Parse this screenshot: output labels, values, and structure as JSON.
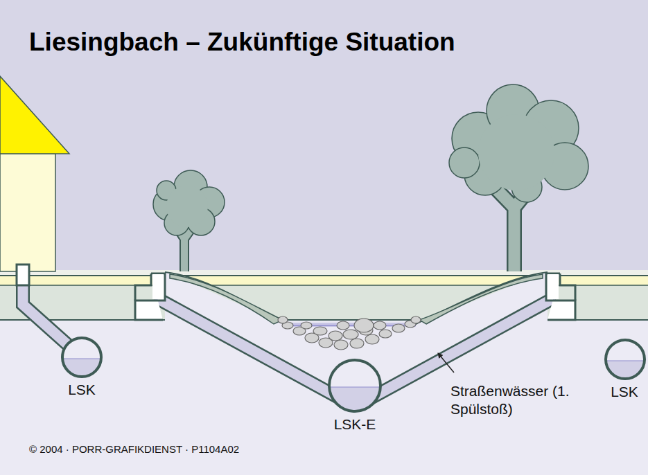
{
  "diagram": {
    "title": "Liesingbach – Zukünftige Situation",
    "nodes": [
      {
        "text": [
          "LSK"
        ]
      },
      {
        "text": [
          "LSK-E"
        ]
      },
      {
        "text": [
          "LSK"
        ]
      }
    ],
    "labels": [
      "Straßenwässer (1. Spülstoß)",
      "© 2004 · PORR-GRAFIKDIENST · P1104A02"
    ]
  }
}
